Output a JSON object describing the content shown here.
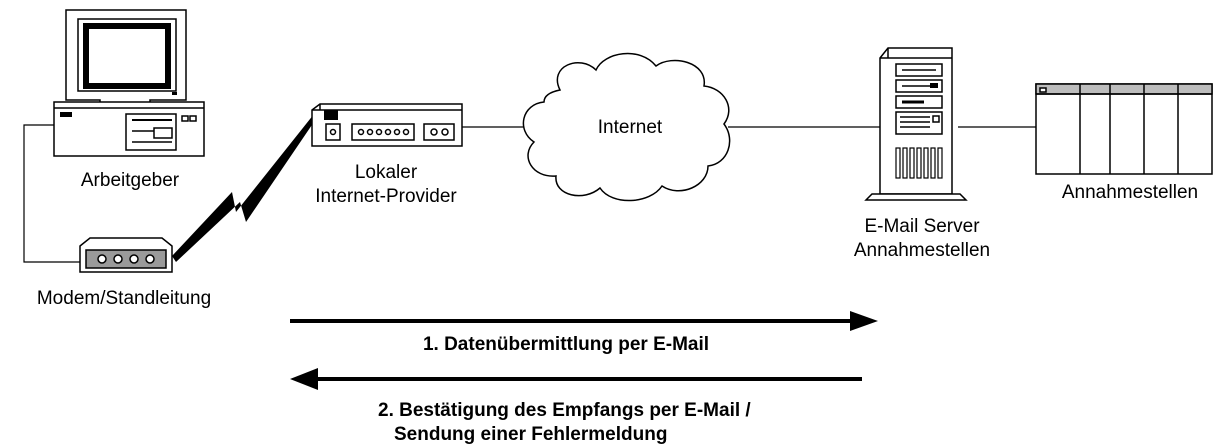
{
  "nodes": {
    "employer": {
      "label": "Arbeitgeber"
    },
    "modem": {
      "label": "Modem/Standleitung"
    },
    "isp": {
      "label_line1": "Lokaler",
      "label_line2": "Internet-Provider"
    },
    "internet": {
      "label": "Internet"
    },
    "mail_server": {
      "label_line1": "E-Mail Server",
      "label_line2": "Annahmestellen"
    },
    "receivers": {
      "label": "Annahmestellen"
    }
  },
  "flows": {
    "send": {
      "label": "1. Datenübermittlung  per E-Mail",
      "direction": "right"
    },
    "reply": {
      "label_line1": "2. Bestätigung des Empfangs per E-Mail /",
      "label_line2": "Sendung einer Fehlermeldung",
      "direction": "left"
    }
  }
}
